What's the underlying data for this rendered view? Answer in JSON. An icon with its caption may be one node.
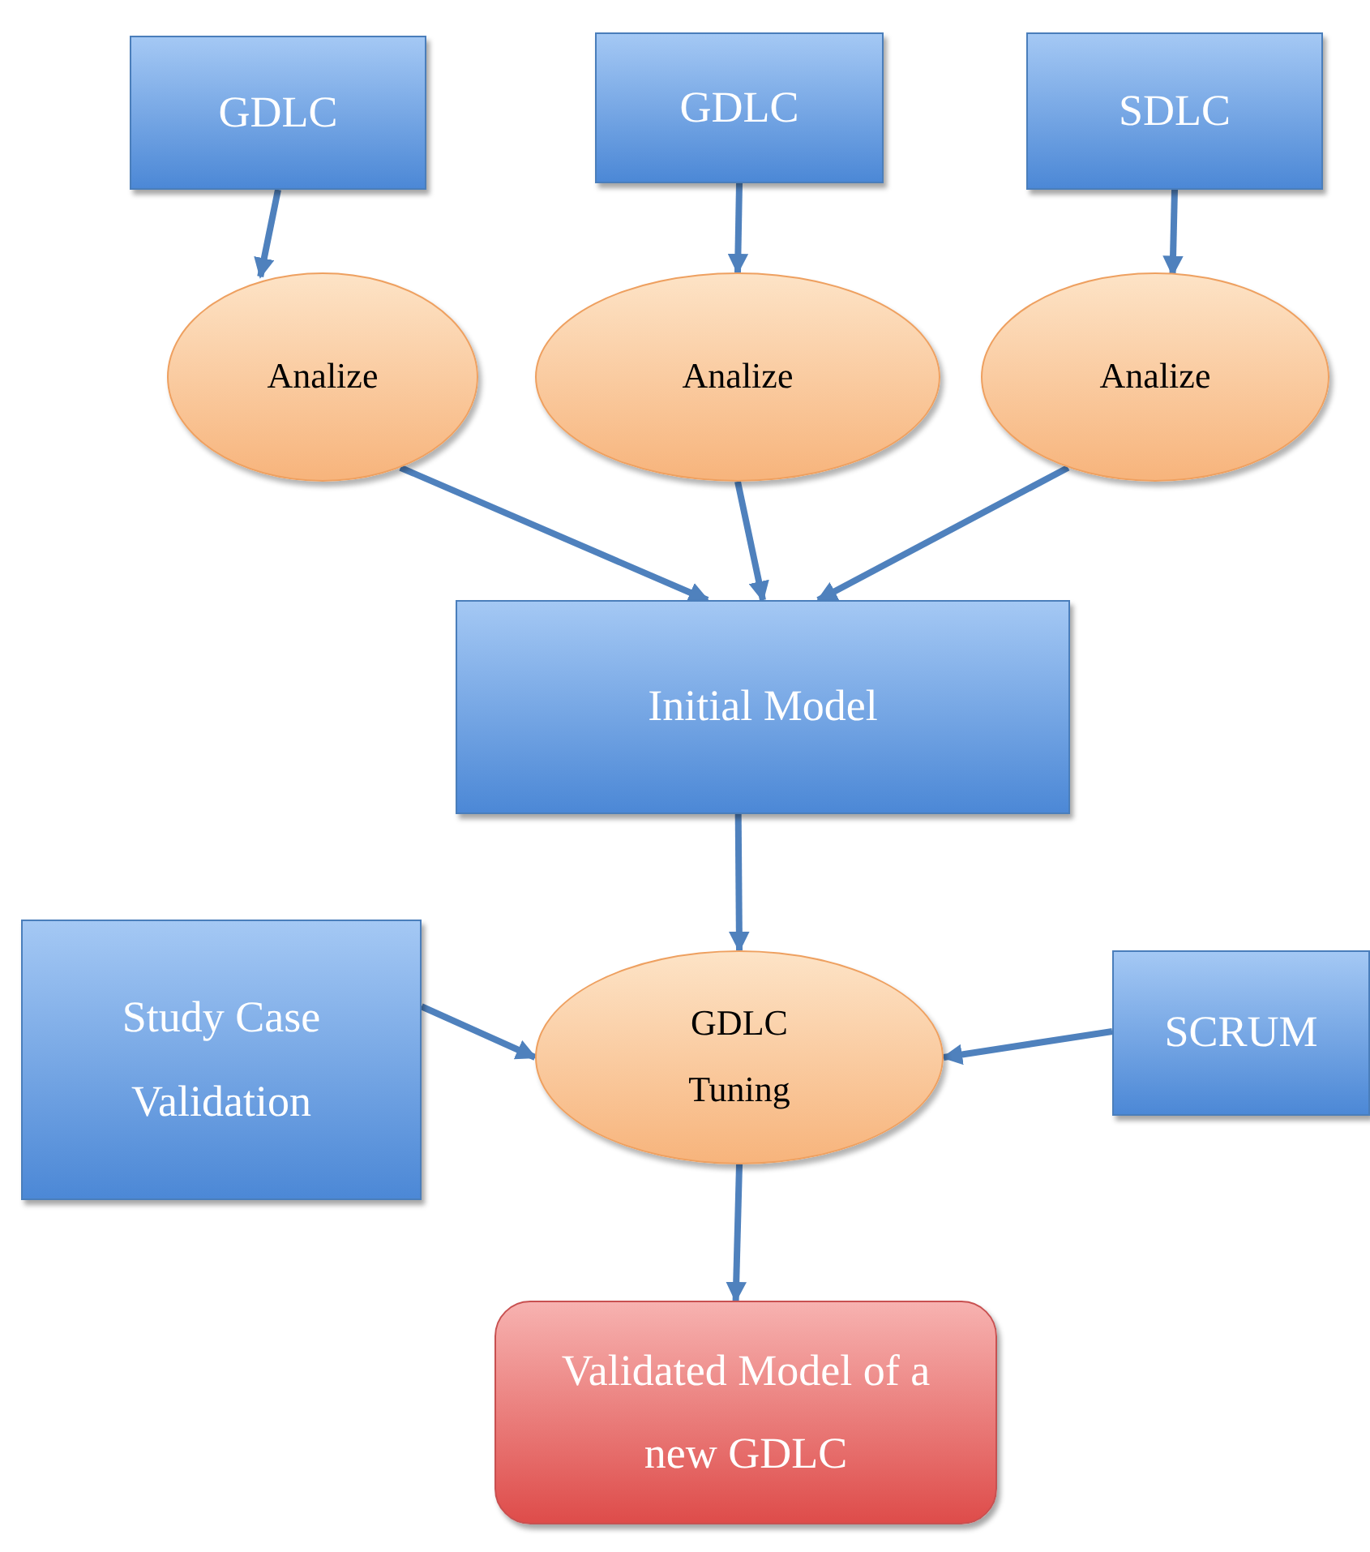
{
  "diagram": {
    "nodes": [
      {
        "text": [
          "GDLC"
        ]
      },
      {
        "text": [
          "GDLC"
        ]
      },
      {
        "text": [
          "SDLC"
        ]
      },
      {
        "text": [
          "Analize"
        ]
      },
      {
        "text": [
          "Analize"
        ]
      },
      {
        "text": [
          "Analize"
        ]
      },
      {
        "text": [
          "Initial Model"
        ]
      },
      {
        "text": [
          "Study Case Validation"
        ]
      },
      {
        "text": [
          "GDLC Tuning"
        ]
      },
      {
        "text": [
          "SCRUM"
        ]
      },
      {
        "text": [
          "Validated Model of a new GDLC"
        ]
      }
    ],
    "edges": [
      {
        "from": 0,
        "to": 3,
        "arrow": "to"
      },
      {
        "from": 1,
        "to": 4,
        "arrow": "to"
      },
      {
        "from": 2,
        "to": 5,
        "arrow": "to"
      },
      {
        "from": 3,
        "to": 6,
        "arrow": "to"
      },
      {
        "from": 4,
        "to": 6,
        "arrow": "to"
      },
      {
        "from": 5,
        "to": 6,
        "arrow": "to"
      },
      {
        "from": 6,
        "to": 8,
        "arrow": "to"
      },
      {
        "from": 7,
        "to": 8,
        "arrow": "to"
      },
      {
        "from": 9,
        "to": 8,
        "arrow": "to"
      },
      {
        "from": 8,
        "to": 10,
        "arrow": "to"
      }
    ]
  }
}
